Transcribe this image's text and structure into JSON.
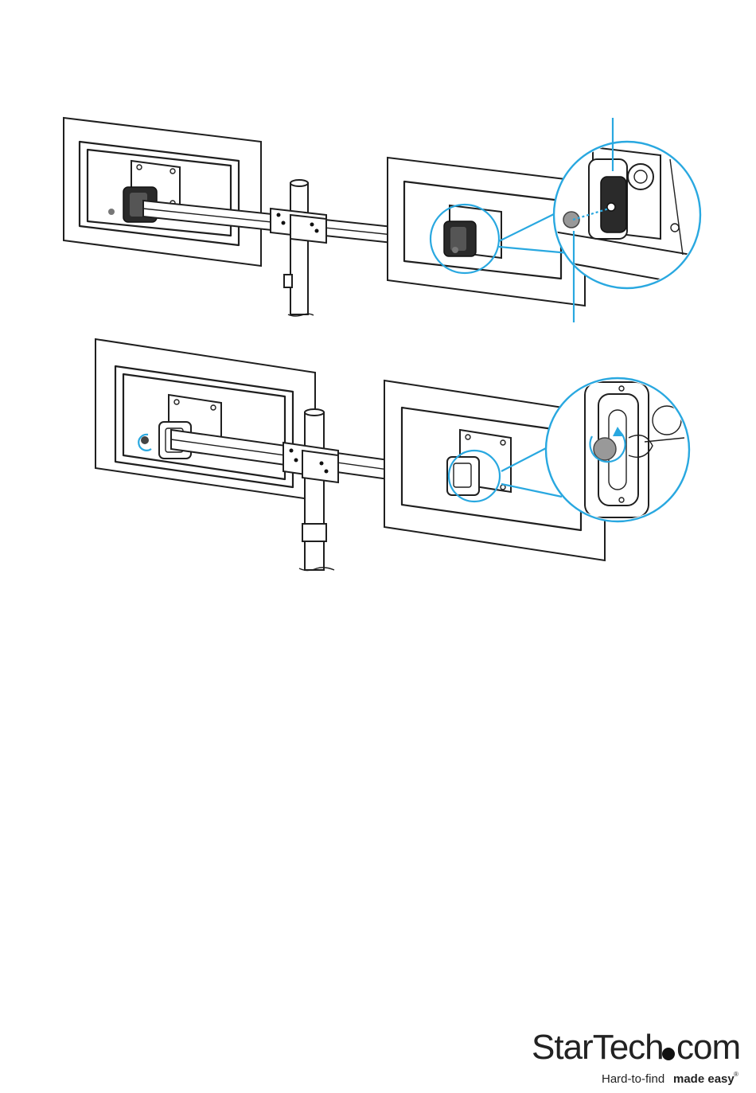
{
  "brand": {
    "wordmark_main": "StarTech",
    "wordmark_suffix": "com",
    "tagline_regular": "Hard-to-find",
    "tagline_bold": "made easy",
    "registered_mark": "®"
  },
  "colors": {
    "accent": "#29a8e0",
    "line": "#1f1f1f",
    "text": "#222222"
  },
  "figures": [
    {
      "name": "step-insert-monitor-mount",
      "icon": "dual-monitor-mount-illustration"
    },
    {
      "name": "step-tighten-knob",
      "icon": "dual-monitor-mount-illustration"
    }
  ]
}
